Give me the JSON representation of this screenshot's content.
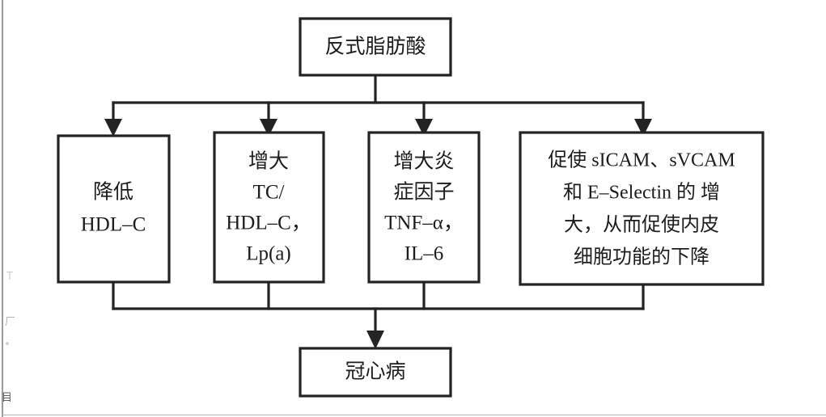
{
  "diagram": {
    "type": "flowchart",
    "title_node": {
      "id": "trans-fatty-acids",
      "label": "反式脂肪酸"
    },
    "middle_nodes": [
      {
        "id": "lower-hdl-c",
        "lines": [
          "降低",
          "HDL–C"
        ]
      },
      {
        "id": "increase-tc-hdl-lpa",
        "lines": [
          "增大",
          "TC/",
          "HDL–C，",
          "Lp(a)"
        ]
      },
      {
        "id": "increase-inflammatory-factors",
        "lines": [
          "增大炎",
          "症因子",
          "TNF–α，",
          "IL–6"
        ]
      },
      {
        "id": "promote-adhesion-molecules",
        "lines": [
          "促使 sICAM、sVCAM",
          "和 E–Selectin 的 增",
          "大，从而促使内皮",
          "细胞功能的下降"
        ]
      }
    ],
    "outcome_node": {
      "id": "coronary-heart-disease",
      "label": "冠心病"
    },
    "margin_artifacts": [
      "T",
      "厂",
      "•",
      "目"
    ],
    "colors": {
      "stroke": "#232323",
      "fill": "#ffffff",
      "text": "#1c1c1c",
      "page_edge": "#9a9a9a"
    }
  }
}
